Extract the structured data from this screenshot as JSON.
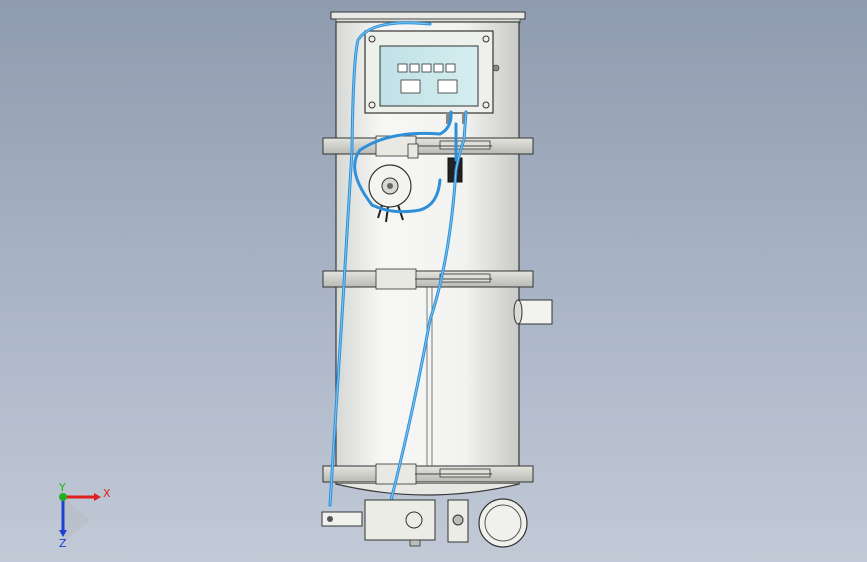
{
  "viewport": {
    "background_top": "#8f9bae",
    "background_bottom": "#c2cad7"
  },
  "model": {
    "body_color": "#f1f2ef",
    "edge_color": "#3a3a3a",
    "tube_color": "#2f8fd8",
    "panel_color": "#c9e7ea",
    "bands": [
      "upper-clamp-band",
      "middle-clamp-band",
      "lower-clamp-band"
    ],
    "controller_buttons": 5,
    "controller_displays": 2
  },
  "triad": {
    "x_label": "X",
    "y_label": "Y",
    "z_label": "Z",
    "x_color": "#e02020",
    "y_color": "#20b020",
    "z_color": "#2040d0"
  }
}
